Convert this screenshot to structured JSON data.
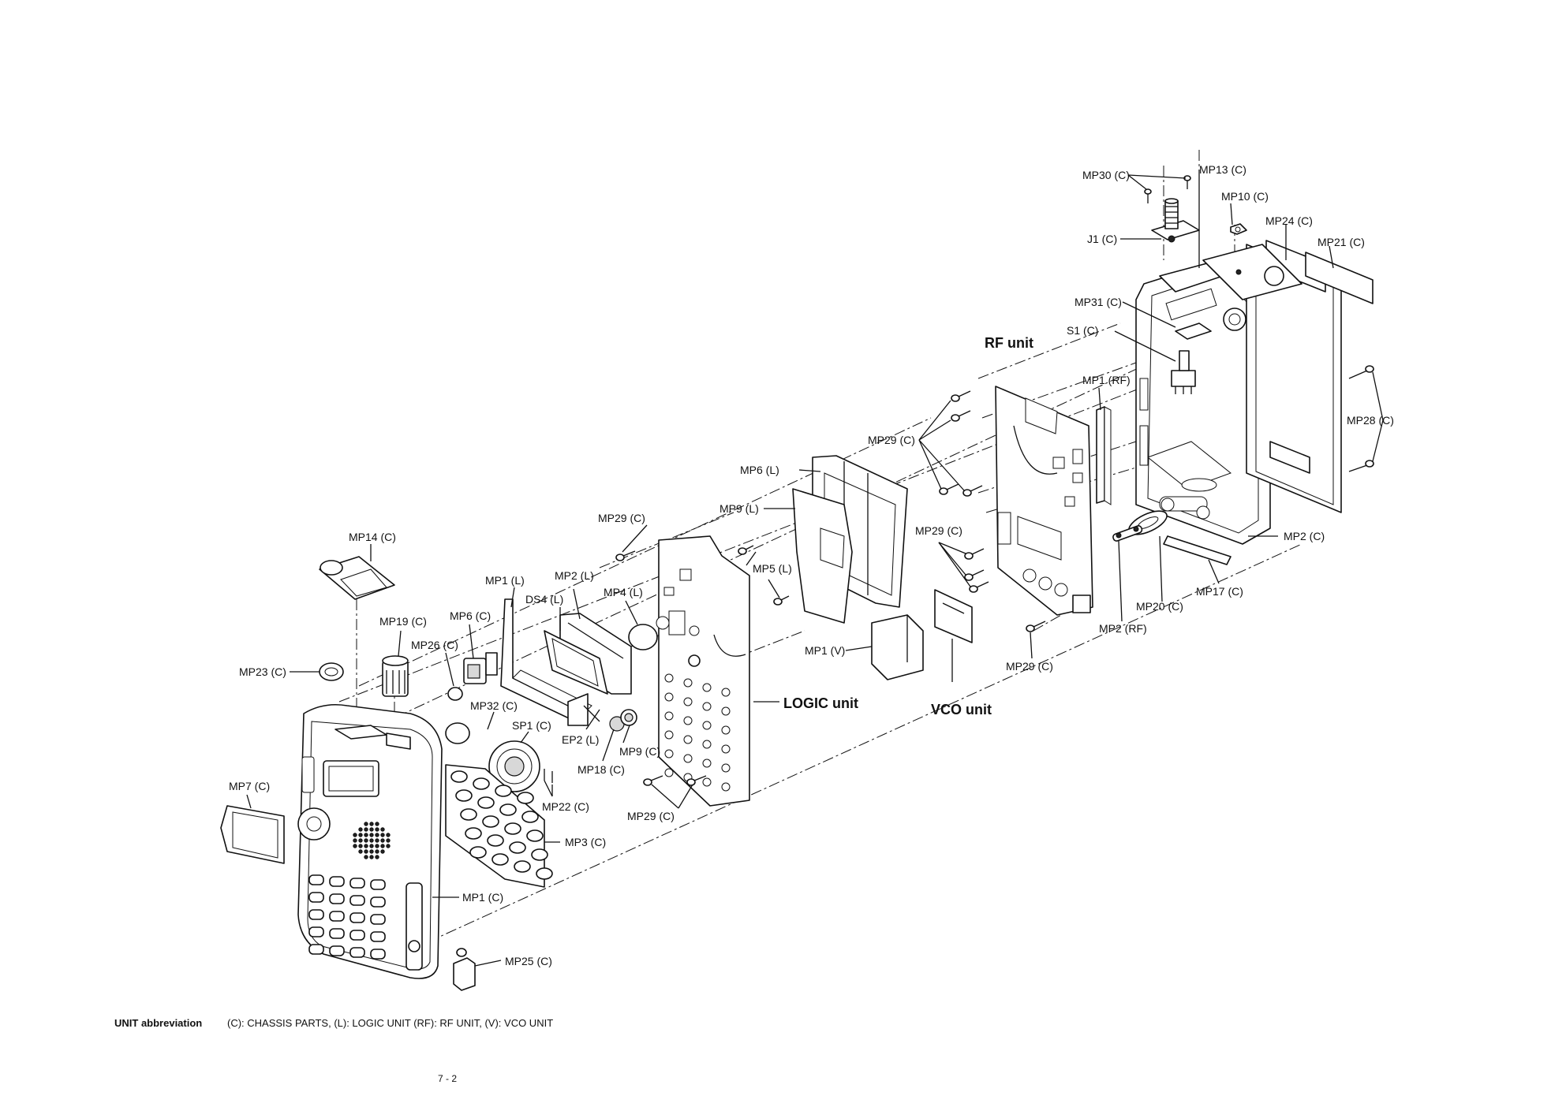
{
  "diagram": {
    "unit_labels": {
      "rf_unit": "RF unit",
      "logic_unit": "LOGIC unit",
      "vco_unit": "VCO unit"
    },
    "parts": {
      "mp30c": "MP30 (C)",
      "mp13c": "MP13 (C)",
      "mp10c": "MP10 (C)",
      "mp24c": "MP24 (C)",
      "mp21c": "MP21 (C)",
      "j1c": "J1 (C)",
      "mp31c": "MP31 (C)",
      "s1c": "S1 (C)",
      "mp1rf": "MP1 (RF)",
      "mp28c": "MP28 (C)",
      "mp29c_rf": "MP29 (C)",
      "mp6l": "MP6 (L)",
      "mp9l": "MP9 (L)",
      "mp29c_logic_top": "MP29 (C)",
      "mp5l": "MP5 (L)",
      "mp29c_vco": "MP29 (C)",
      "mp2c": "MP2 (C)",
      "mp17c": "MP17 (C)",
      "mp20c": "MP20 (C)",
      "mp2rf": "MP2 (RF)",
      "mp29c_bottom": "MP29 (C)",
      "mp1v": "MP1 (V)",
      "mp14c": "MP14 (C)",
      "mp1l": "MP1 (L)",
      "mp2l": "MP2 (L)",
      "ds4l": "DS4 (L)",
      "mp4l": "MP4 (L)",
      "mp6c": "MP6 (C)",
      "mp19c": "MP19 (C)",
      "mp26c": "MP26 (C)",
      "mp23c": "MP23 (C)",
      "mp32c": "MP32 (C)",
      "sp1c": "SP1 (C)",
      "ep2l": "EP2 (L)",
      "mp9c": "MP9 (C)",
      "mp18c": "MP18 (C)",
      "mp22c": "MP22 (C)",
      "mp29c_logic_bottom": "MP29 (C)",
      "mp7c": "MP7 (C)",
      "mp3c": "MP3 (C)",
      "mp1c": "MP1 (C)",
      "mp25c": "MP25 (C)"
    }
  },
  "footer": {
    "abbr_title": "UNIT abbreviation",
    "abbr_text": "(C): CHASSIS PARTS, (L): LOGIC UNIT (RF): RF UNIT, (V): VCO UNIT",
    "page_number": "7 - 2"
  }
}
